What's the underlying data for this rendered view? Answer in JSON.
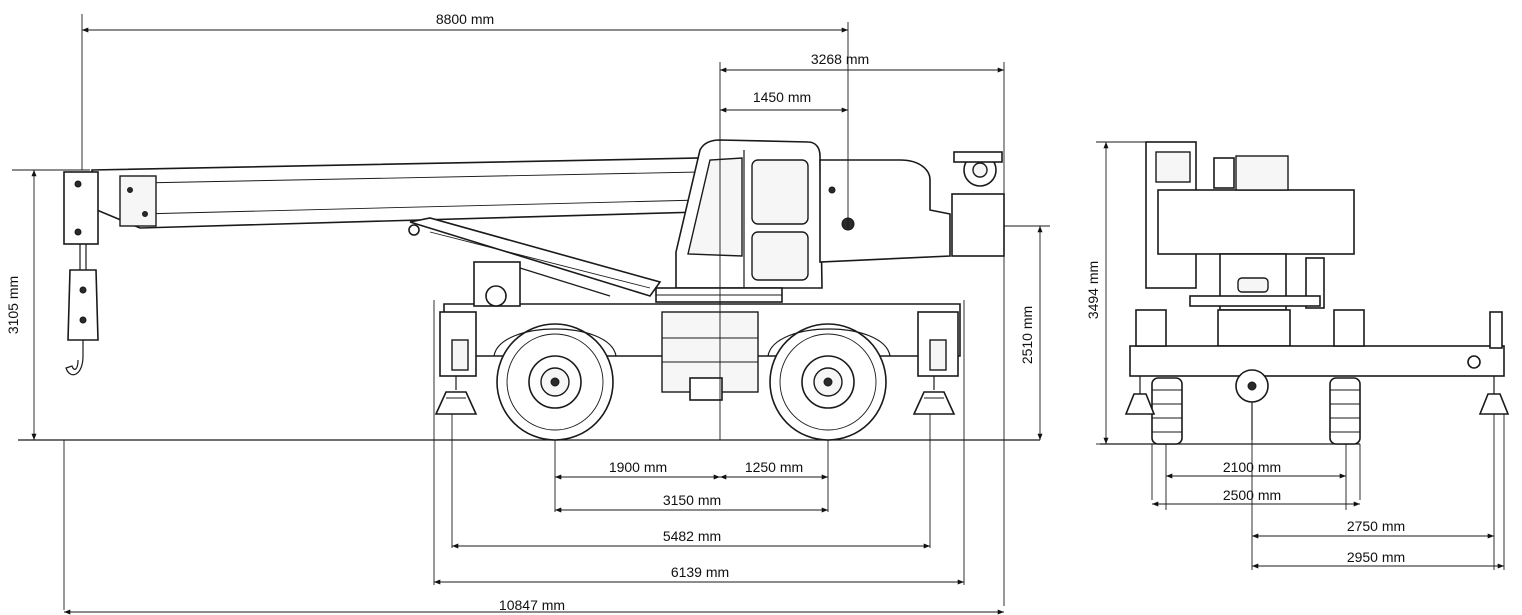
{
  "side_view": {
    "dimensions": {
      "overall_boom_length": "8800 mm",
      "rear_slew_radius": "3268 mm",
      "cab_offset": "1450 mm",
      "boom_pivot_height": "3105 mm",
      "overall_height": "2510 mm",
      "front_axle_to_center": "1900 mm",
      "center_to_rear_axle": "1250 mm",
      "wheelbase": "3150 mm",
      "outrigger_spacing": "5482 mm",
      "overall_body_length": "6139 mm",
      "total_length": "10847 mm"
    }
  },
  "rear_view": {
    "dimensions": {
      "height": "3494 mm",
      "track_width": "2100 mm",
      "overall_width": "2500 mm",
      "outrigger_half_span": "2750 mm",
      "outrigger_half_span_extended": "2950 mm"
    }
  }
}
